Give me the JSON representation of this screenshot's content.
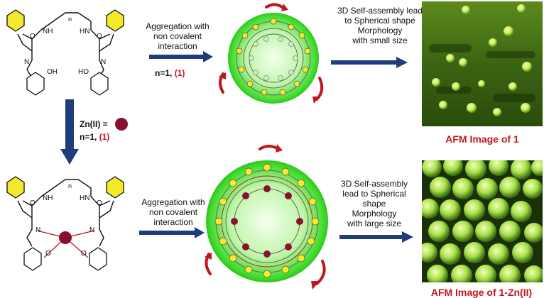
{
  "top_step": {
    "aggregation_label": "Aggregation with\nnon  covalent\ninteraction",
    "n_label": "n=1,",
    "n_compound": "(1)",
    "assembly_label": "3D Self-assembly lead\nto Spherical shape\nMorphology\nwith small size",
    "afm_caption": "AFM Image of 1"
  },
  "middle_step": {
    "zn_label": "Zn(II) =",
    "n_label": "n=1,",
    "n_compound": "(1)"
  },
  "bottom_step": {
    "aggregation_label": "Aggregation with\nnon covalent\ninteraction",
    "assembly_label": "3D Self-assembly\nlead to Spherical\nshape\nMorphology\nwith large size",
    "afm_caption": "AFM Image of 1-Zn(II)"
  },
  "molecule_labels": {
    "n_subscript": "n",
    "nh": "NH",
    "hn": "HN",
    "o": "O",
    "n": "N",
    "oh": "OH",
    "ho": "HO"
  },
  "colors": {
    "arrow": "#1f3d7a",
    "curved_arrow": "#c0171d",
    "sphere_green": "#3edb2a",
    "zinc": "#8a1030",
    "afm_dark": "#1a3008",
    "afm_particle": "#c8f060"
  }
}
